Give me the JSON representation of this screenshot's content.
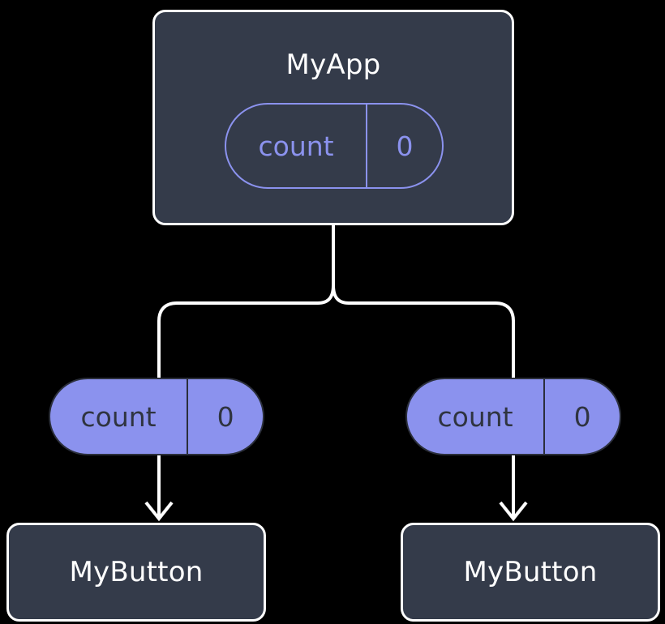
{
  "diagram": {
    "title_text": "MyApp",
    "background_color": "#000000",
    "box_fill_color": "#343b4a",
    "box_border_color": "#ffffff",
    "pill_accent_color": "#8b92ee",
    "pill_text_dark_color": "#2f3440",
    "connector_color": "#ffffff"
  },
  "root": {
    "name": "MyApp",
    "state_pill": {
      "key": "count",
      "value": "0"
    }
  },
  "children": [
    {
      "prop_pill": {
        "key": "count",
        "value": "0"
      },
      "component": {
        "name": "MyButton"
      }
    },
    {
      "prop_pill": {
        "key": "count",
        "value": "0"
      },
      "component": {
        "name": "MyButton"
      }
    }
  ]
}
